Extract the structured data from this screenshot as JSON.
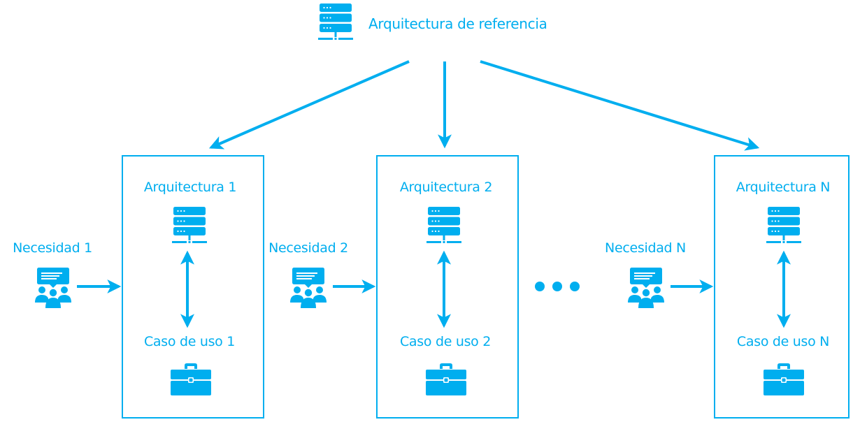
{
  "accent_color": "#00AEEF",
  "header": {
    "title": "Arquitectura de referencia",
    "icon": "server-icon"
  },
  "columns": [
    {
      "need_label": "Necesidad 1",
      "need_icon": "team-chat-icon",
      "architecture_label": "Arquitectura 1",
      "architecture_icon": "server-icon",
      "use_case_label": "Caso de uso 1",
      "use_case_icon": "briefcase-icon"
    },
    {
      "need_label": "Necesidad 2",
      "need_icon": "team-chat-icon",
      "architecture_label": "Arquitectura 2",
      "architecture_icon": "server-icon",
      "use_case_label": "Caso de uso 2",
      "use_case_icon": "briefcase-icon"
    },
    {
      "need_label": "Necesidad N",
      "need_icon": "team-chat-icon",
      "architecture_label": "Arquitectura N",
      "architecture_icon": "server-icon",
      "use_case_label": "Caso de uso N",
      "use_case_icon": "briefcase-icon"
    }
  ],
  "ellipsis": "ellipsis-icon"
}
